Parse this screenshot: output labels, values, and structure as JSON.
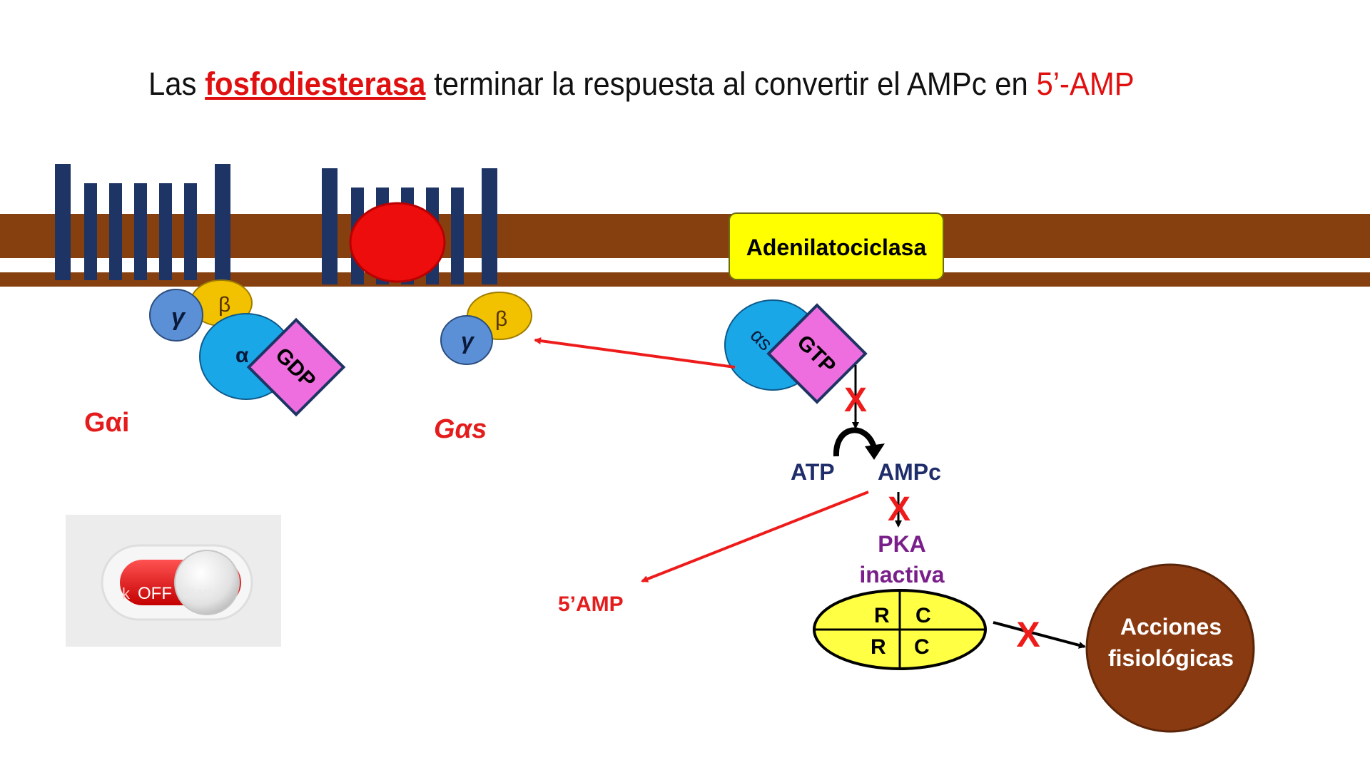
{
  "title": {
    "prefix": "Las",
    "highlight": "fosfodiesterasa",
    "middle": "terminar la respuesta al convertir el AMPc en",
    "suffix": "5’-AMP"
  },
  "labels": {
    "adenylate_cyclase": "Adenilatociclasa",
    "gai": "Gαi",
    "gas": "Gαs",
    "gamma": "γ",
    "beta": "β",
    "alpha_i": "α",
    "alpha_s": "αs",
    "gdp": "GDP",
    "gtp": "GTP",
    "atp": "ATP",
    "ampc": "AMPc",
    "amp5": "5’AMP",
    "pka_line1": "PKA",
    "pka_line2": "inactiva",
    "r": "R",
    "c": "C",
    "acciones_line1": "Acciones",
    "acciones_line2": "fisiológicas",
    "blocked": "X",
    "switch_off": "OFF",
    "switch_left": "k",
    "switch_right": "Start"
  },
  "colors": {
    "membrane": "#86400f",
    "receptor": "#1d3464",
    "ligand": "#ee0d0d",
    "cyclase_box": "#ffff00",
    "alpha": "#1aa7e8",
    "beta": "#f2c200",
    "gamma": "#5b8fd6",
    "nucleotide": "#ee6ee0",
    "arrow_red": "#ee1b1b",
    "label_red": "#e41c1c",
    "label_navy": "#1f2e6b",
    "pka_purple": "#7a1f8a",
    "pka_fill": "#ffff44",
    "acciones_fill": "#8a3a10"
  }
}
